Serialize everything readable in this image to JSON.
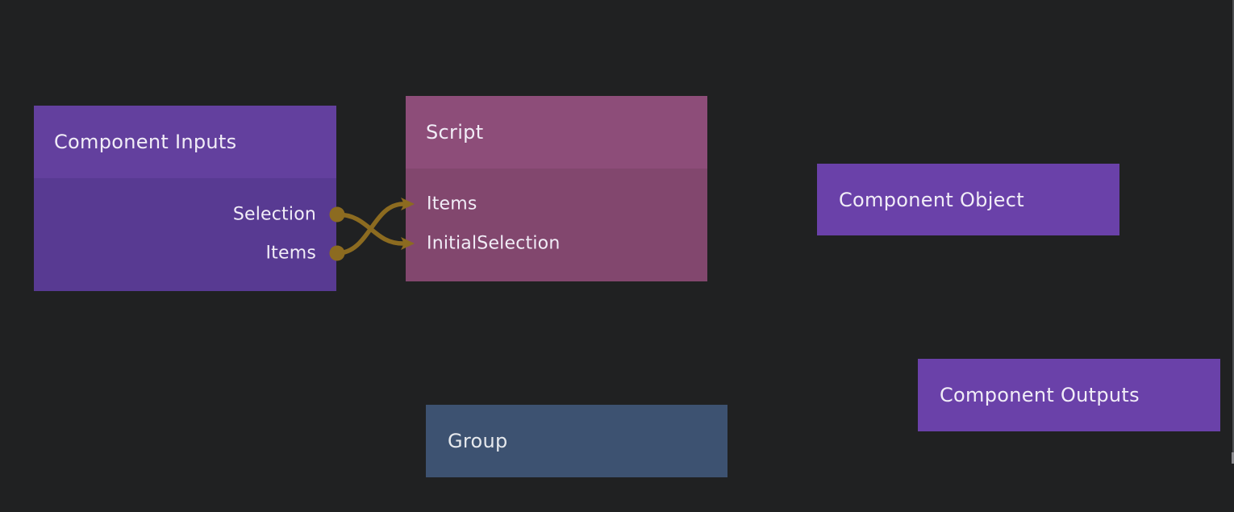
{
  "canvas": {
    "background_color": "#202122",
    "wire_color": "#8c6b20",
    "text_color": "#f1edf7"
  },
  "nodes": {
    "component_inputs": {
      "title": "Component Inputs",
      "header_color": "#63409e",
      "body_color": "#583a92",
      "output_ports": [
        {
          "label": "Selection"
        },
        {
          "label": "Items"
        }
      ]
    },
    "script": {
      "title": "Script",
      "header_color": "#8d4d79",
      "body_color": "#82476e",
      "input_ports": [
        {
          "label": "Items"
        },
        {
          "label": "InitialSelection"
        }
      ]
    },
    "component_object": {
      "title": "Component Object",
      "color": "#6a41a9"
    },
    "component_outputs": {
      "title": "Component Outputs",
      "color": "#6a41a9"
    },
    "group": {
      "title": "Group",
      "color": "#3d5271"
    }
  },
  "connections": [
    {
      "from": "Component Inputs / Selection",
      "to": "Script / InitialSelection"
    },
    {
      "from": "Component Inputs / Items",
      "to": "Script / Items"
    }
  ]
}
